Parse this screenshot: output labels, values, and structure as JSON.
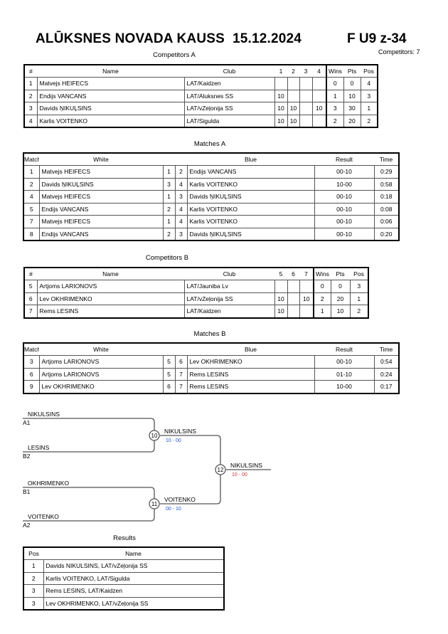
{
  "header": {
    "title": "ALŪKSNES NOVADA KAUSS  15.12.2024",
    "category": "F U9 z-34",
    "competitors_count": "Competitors: 7"
  },
  "competitors_a": {
    "caption": "Competitors A",
    "headers": [
      "#",
      "Name",
      "Club",
      "1",
      "2",
      "3",
      "4",
      "Wins",
      "Pts",
      "Pos"
    ],
    "rows": [
      [
        "1",
        "Matvejs HEIFECS",
        "LAT/Kaidzen",
        "",
        "",
        "",
        "",
        "0",
        "0",
        "4"
      ],
      [
        "2",
        "Endijs VANCANS",
        "LAT/Aluksnes SS",
        "10",
        "",
        "",
        "",
        "1",
        "10",
        "3"
      ],
      [
        "3",
        "Davids ŅIKUĻSINS",
        "LAT/vZeļonija SS",
        "10",
        "10",
        "",
        "10",
        "3",
        "30",
        "1"
      ],
      [
        "4",
        "Karlis VOITENKO",
        "LAT/Sigulda",
        "10",
        "10",
        "",
        "",
        "2",
        "20",
        "2"
      ]
    ]
  },
  "matches_a": {
    "caption": "Matches A",
    "headers": [
      "Match",
      "White",
      "",
      "",
      "Blue",
      "Result",
      "Time"
    ],
    "rows": [
      [
        "1",
        "Matvejs HEIFECS",
        "1",
        "2",
        "Endijs VANCANS",
        "00-10",
        "0:29"
      ],
      [
        "2",
        "Davids ŅIKUĻSINS",
        "3",
        "4",
        "Karlis VOITENKO",
        "10-00",
        "0:58"
      ],
      [
        "4",
        "Matvejs HEIFECS",
        "1",
        "3",
        "Davids ŅIKUĻSINS",
        "00-10",
        "0:18"
      ],
      [
        "5",
        "Endijs VANCANS",
        "2",
        "4",
        "Karlis VOITENKO",
        "00-10",
        "0:08"
      ],
      [
        "7",
        "Matvejs HEIFECS",
        "1",
        "4",
        "Karlis VOITENKO",
        "00-10",
        "0:06"
      ],
      [
        "8",
        "Endijs VANCANS",
        "2",
        "3",
        "Davids ŅIKUĻSINS",
        "00-10",
        "0:20"
      ]
    ]
  },
  "competitors_b": {
    "caption": "Competitors B",
    "headers": [
      "#",
      "Name",
      "Club",
      "5",
      "6",
      "7",
      "Wins",
      "Pts",
      "Pos"
    ],
    "rows": [
      [
        "5",
        "Artjoms LARIONOVS",
        "LAT/Jauniba Lv",
        "",
        "",
        "",
        "0",
        "0",
        "3"
      ],
      [
        "6",
        "Lev OKHRIMENKO",
        "LAT/vZeļonija SS",
        "10",
        "",
        "10",
        "2",
        "20",
        "1"
      ],
      [
        "7",
        "Rems LESINS",
        "LAT/Kaidzen",
        "10",
        "",
        "",
        "1",
        "10",
        "2"
      ]
    ]
  },
  "matches_b": {
    "caption": "Matches B",
    "headers": [
      "Match",
      "White",
      "",
      "",
      "Blue",
      "Result",
      "Time"
    ],
    "rows": [
      [
        "3",
        "Artjoms LARIONOVS",
        "5",
        "6",
        "Lev OKHRIMENKO",
        "00-10",
        "0:54"
      ],
      [
        "6",
        "Artjoms LARIONOVS",
        "5",
        "7",
        "Rems LESINS",
        "01-10",
        "0:24"
      ],
      [
        "9",
        "Lev OKHRIMENKO",
        "6",
        "7",
        "Rems LESINS",
        "10-00",
        "0:17"
      ]
    ]
  },
  "bracket": {
    "slots": [
      {
        "name": "NIKULSINS",
        "seed": "A1"
      },
      {
        "name": "LESINS",
        "seed": "B2"
      },
      {
        "name": "OKHRIMENKO",
        "seed": "B1"
      },
      {
        "name": "VOITENKO",
        "seed": "A2"
      }
    ],
    "matches": [
      {
        "number": "10",
        "winner": "NIKULSINS",
        "score": "10 - 00"
      },
      {
        "number": "11",
        "winner": "VOITENKO",
        "score": "00 - 10"
      },
      {
        "number": "12",
        "winner": "NIKULSINS",
        "score": "10 - 00"
      }
    ],
    "colors": {
      "line": "#555555",
      "score_a": "#2255cc",
      "score_b": "#cc3333"
    }
  },
  "results": {
    "caption": "Results",
    "headers": [
      "Pos",
      "Name"
    ],
    "rows": [
      [
        "1",
        "Davids NIKULSINS, LAT/vZeļonija SS"
      ],
      [
        "2",
        "Karlis VOITENKO, LAT/Sigulda"
      ],
      [
        "3",
        "Rems LESINS, LAT/Kaidzen"
      ],
      [
        "3",
        "Lev OKHRIMENKO, LAT/vZeļonija SS"
      ]
    ]
  }
}
